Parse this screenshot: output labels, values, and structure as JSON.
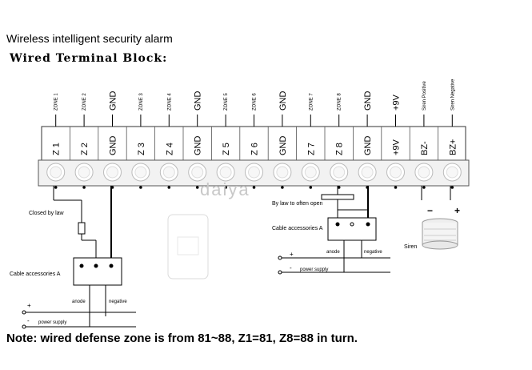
{
  "header": {
    "title": "Wireless intelligent security alarm",
    "subtitle": "Wired Terminal Block:"
  },
  "terminals": [
    {
      "top_label": "ZONE 1",
      "code": "Z 1"
    },
    {
      "top_label": "ZONE 2",
      "code": "Z 2"
    },
    {
      "top_label": "GND",
      "code": "GND"
    },
    {
      "top_label": "ZONE 3",
      "code": "Z 3"
    },
    {
      "top_label": "ZONE 4",
      "code": "Z 4"
    },
    {
      "top_label": "GND",
      "code": "GND"
    },
    {
      "top_label": "ZONE 5",
      "code": "Z 5"
    },
    {
      "top_label": "ZONE 6",
      "code": "Z 6"
    },
    {
      "top_label": "GND",
      "code": "GND"
    },
    {
      "top_label": "ZONE 7",
      "code": "Z 7"
    },
    {
      "top_label": "ZONE 8",
      "code": "Z 8"
    },
    {
      "top_label": "GND",
      "code": "GND"
    },
    {
      "top_label": "+9V",
      "code": "+9V"
    },
    {
      "top_label": "Siren Positive",
      "code": "BZ-"
    },
    {
      "top_label": "Siren Negative",
      "code": "BZ+"
    }
  ],
  "wiring_left": {
    "closed_label": "Closed by law",
    "cable_label": "Cable accessories A",
    "anode_label": "anode",
    "negative_label": "negative",
    "plus_label": "+",
    "minus_label": "-",
    "power_label": "power supply"
  },
  "wiring_right": {
    "open_label": "By law to often open",
    "cable_label": "Cable accessories A",
    "anode_label": "anode",
    "negative_label": "negative",
    "plus_label": "+",
    "minus_label": "-",
    "power_label": "power supply"
  },
  "siren": {
    "minus_label": "−",
    "plus_label": "+",
    "name": "Siren"
  },
  "watermark": "daiya",
  "footer": {
    "note": "Note: wired defense zone is from 81~88, Z1=81, Z8=88 in turn."
  }
}
